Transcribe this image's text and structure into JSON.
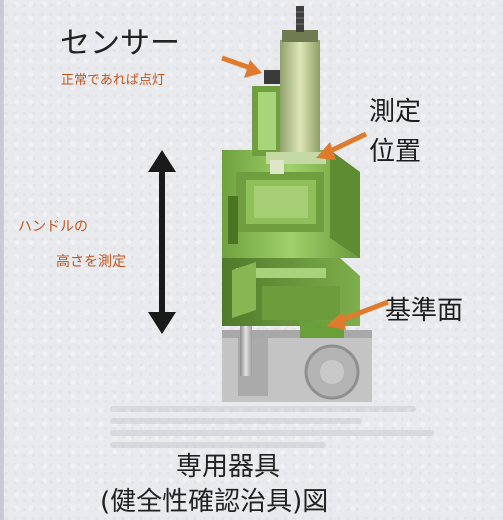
{
  "labels": {
    "sensor": "センサー",
    "sensor_note": "正常であれば点灯",
    "measure_position_line1": "測定",
    "measure_position_line2": "位置",
    "handle_line1": "ハンドルの",
    "handle_line2": "高さを測定",
    "reference_face": "基準面"
  },
  "caption": {
    "line1": "専用器具",
    "line2": "(健全性確認治具)図"
  },
  "colors": {
    "background": "#e9eaee",
    "fixture_green": "#8fc15a",
    "fixture_green_dark": "#5f8f36",
    "arrow_orange": "#e07a2c",
    "arrow_black": "#1a1a1a",
    "metal_gray": "#b9b9b9",
    "annotation_orange": "#c0551f"
  },
  "icons": {
    "vertical_arrow": "double-headed-arrow-icon",
    "pointer_arrow": "orange-arrow-icon"
  }
}
